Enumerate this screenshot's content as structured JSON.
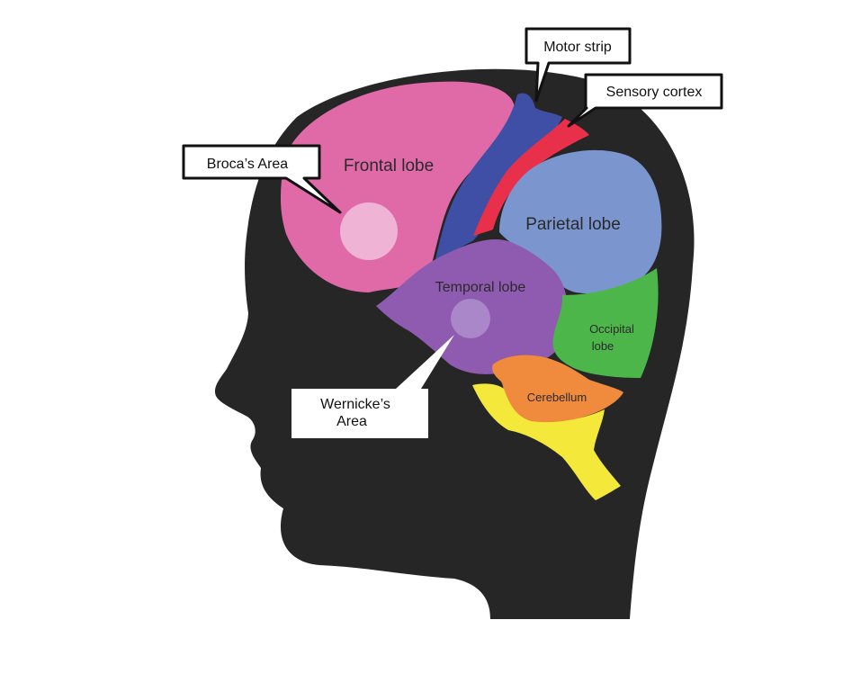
{
  "diagram": {
    "regions": {
      "frontal": {
        "label": "Frontal lobe",
        "color": "#e06aa8"
      },
      "motor": {
        "label": "Motor strip",
        "color": "#3f4fa6"
      },
      "sensory": {
        "label": "Sensory cortex",
        "color": "#e8304a"
      },
      "parietal": {
        "label": "Parietal lobe",
        "color": "#7b96cf"
      },
      "temporal": {
        "label": "Temporal lobe",
        "color": "#8e5bb0"
      },
      "occipital": {
        "label_line1": "Occipital",
        "label_line2": "lobe",
        "color": "#4cb64a"
      },
      "cerebellum": {
        "label": "Cerebellum",
        "color": "#f08a3c"
      },
      "brainstem": {
        "color": "#f4e83a"
      }
    },
    "callouts": {
      "broca": {
        "label": "Broca’s Area",
        "spot_color": "#efb3d6"
      },
      "wernicke": {
        "label_line1": "Wernicke’s",
        "label_line2": "Area",
        "spot_color": "#a987c9"
      },
      "motor": {
        "label": "Motor strip"
      },
      "sensory": {
        "label": "Sensory cortex"
      }
    },
    "head_color": "#262626"
  }
}
